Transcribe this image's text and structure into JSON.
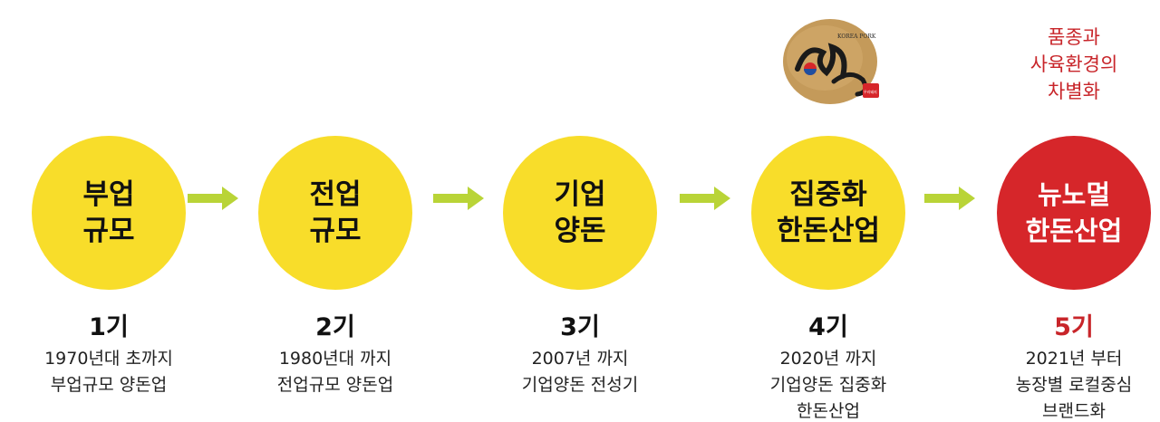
{
  "colors": {
    "yellow": "#f8dd2a",
    "red": "#d6262a",
    "arrow": "#b9d437",
    "accent_text": "#c8252a"
  },
  "logo": {
    "brand_hangul": "한돈",
    "brand_en": "KOREA PORK",
    "badge": "우리돼지"
  },
  "note": {
    "lines": [
      "품종과",
      "사육환경의",
      "차별화"
    ]
  },
  "steps": [
    {
      "circle": [
        "부업",
        "규모"
      ],
      "generation": "1기",
      "desc": [
        "1970년대 초까지",
        "부업규모 양돈업"
      ]
    },
    {
      "circle": [
        "전업",
        "규모"
      ],
      "generation": "2기",
      "desc": [
        "1980년대 까지",
        "전업규모 양돈업"
      ]
    },
    {
      "circle": [
        "기업",
        "양돈"
      ],
      "generation": "3기",
      "desc": [
        "2007년 까지",
        "기업양돈 전성기"
      ]
    },
    {
      "circle": [
        "집중화",
        "한돈산업"
      ],
      "generation": "4기",
      "desc": [
        "2020년 까지",
        "기업양돈 집중화",
        "한돈산업"
      ]
    },
    {
      "circle": [
        "뉴노멀",
        "한돈산업"
      ],
      "generation": "5기",
      "desc": [
        "2021년 부터",
        "농장별 로컬중심",
        "브랜드화"
      ]
    }
  ]
}
